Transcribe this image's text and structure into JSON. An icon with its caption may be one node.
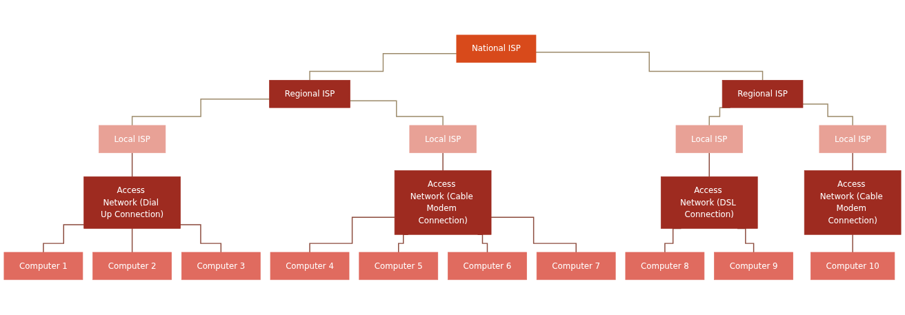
{
  "diagram": {
    "nodes": [
      {
        "text": [
          "National ISP"
        ]
      },
      {
        "text": [
          "Regional ISP"
        ]
      },
      {
        "text": [
          "Regional ISP"
        ]
      },
      {
        "text": [
          "Local ISP"
        ]
      },
      {
        "text": [
          "Local ISP"
        ]
      },
      {
        "text": [
          "Local ISP"
        ]
      },
      {
        "text": [
          "Local ISP"
        ]
      },
      {
        "text": [
          "Access Network (Dial Up Connection)"
        ]
      },
      {
        "text": [
          "Access Network (Cable Modem Connection)"
        ]
      },
      {
        "text": [
          "Access Network (DSL Connection)"
        ]
      },
      {
        "text": [
          "Access Network (Cable Modem Connection)"
        ]
      },
      {
        "text": [
          "Computer 1"
        ]
      },
      {
        "text": [
          "Computer 2"
        ]
      },
      {
        "text": [
          "Computer 3"
        ]
      },
      {
        "text": [
          "Computer 4"
        ]
      },
      {
        "text": [
          "Computer 5"
        ]
      },
      {
        "text": [
          "Computer 6"
        ]
      },
      {
        "text": [
          "Computer 7"
        ]
      },
      {
        "text": [
          "Computer 8"
        ]
      },
      {
        "text": [
          "Computer 9"
        ]
      },
      {
        "text": [
          "Computer 10"
        ]
      }
    ],
    "edges": [
      {
        "from": 0,
        "to": 1,
        "arrow": "none",
        "color": "#9c8a6a"
      },
      {
        "from": 0,
        "to": 2,
        "arrow": "none",
        "color": "#9c8a6a"
      },
      {
        "from": 1,
        "to": 3,
        "arrow": "none",
        "color": "#9c8a6a"
      },
      {
        "from": 1,
        "to": 4,
        "arrow": "none",
        "color": "#9c8a6a"
      },
      {
        "from": 2,
        "to": 5,
        "arrow": "none",
        "color": "#9c8a6a"
      },
      {
        "from": 2,
        "to": 6,
        "arrow": "none",
        "color": "#9c8a6a"
      },
      {
        "from": 3,
        "to": 7,
        "arrow": "none"
      },
      {
        "from": 4,
        "to": 8,
        "arrow": "none"
      },
      {
        "from": 5,
        "to": 9,
        "arrow": "none"
      },
      {
        "from": 6,
        "to": 10,
        "arrow": "none"
      },
      {
        "from": 7,
        "to": 11,
        "arrow": "none"
      },
      {
        "from": 7,
        "to": 12,
        "arrow": "none"
      },
      {
        "from": 7,
        "to": 13,
        "arrow": "none"
      },
      {
        "from": 8,
        "to": 14,
        "arrow": "none"
      },
      {
        "from": 8,
        "to": 15,
        "arrow": "none"
      },
      {
        "from": 8,
        "to": 16,
        "arrow": "none"
      },
      {
        "from": 8,
        "to": 17,
        "arrow": "none"
      },
      {
        "from": 9,
        "to": 18,
        "arrow": "none"
      },
      {
        "from": 9,
        "to": 19,
        "arrow": "none"
      },
      {
        "from": 10,
        "to": 20,
        "arrow": "none"
      }
    ]
  }
}
